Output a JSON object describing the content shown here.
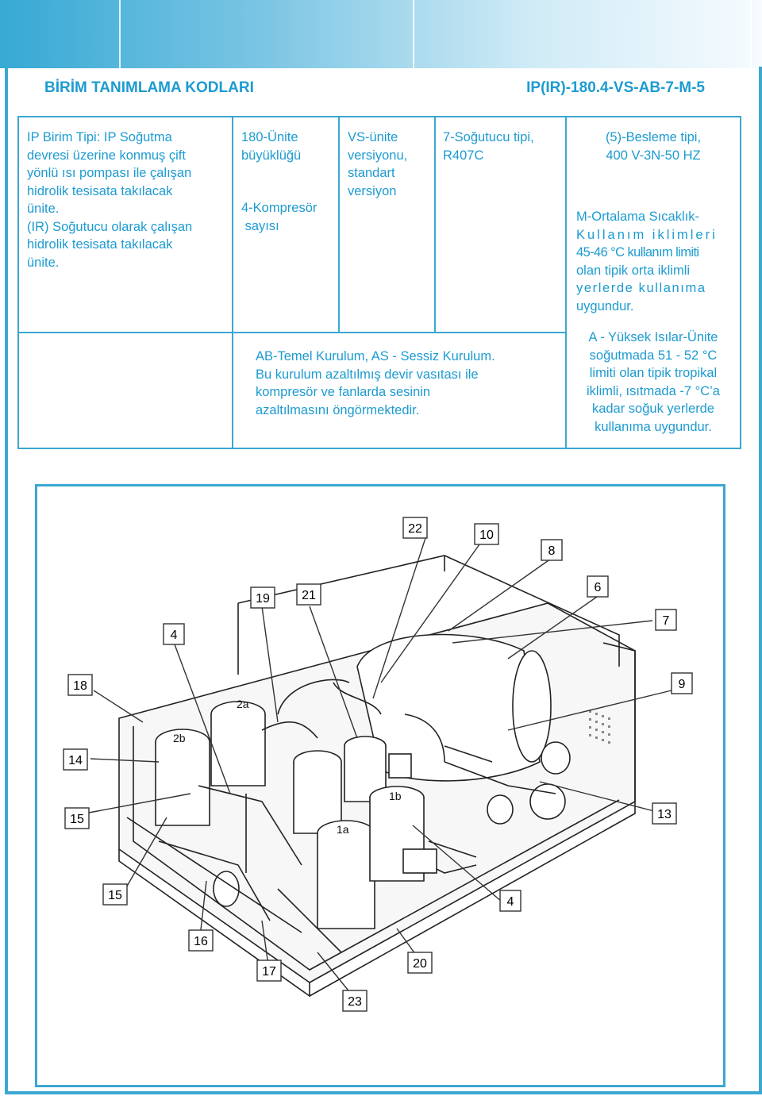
{
  "header": {
    "title": "BİRİM TANIMLAMA KODLARI",
    "code": "IP(IR)-180.4-VS-AB-7-M-5"
  },
  "table": {
    "col1": {
      "lines": [
        "IP Birim Tipi: IP Soğutma",
        "devresi üzerine konmuş çift",
        "yönlü ısı pompası ile çalışan",
        "hidrolik tesisata takılacak",
        "ünite.",
        "(IR) Soğutucu olarak çalışan",
        "hidrolik tesisata takılacak",
        "ünite."
      ]
    },
    "col2": {
      "lines_a": [
        "180-Ünite",
        "büyüklüğü"
      ],
      "lines_b": [
        "4-Kompresör",
        " sayısı"
      ]
    },
    "col3": {
      "lines": [
        "VS-ünite",
        "versiyonu,",
        "standart",
        "versiyon"
      ]
    },
    "col4": {
      "lines": [
        "7-Soğutucu tipi,",
        "R407C"
      ]
    },
    "col5": {
      "lines_a": [
        "(5)-Besleme tipi,",
        "400 V-3N-50 HZ"
      ],
      "lines_b": [
        "M-Ortalama Sıcaklık-",
        "Kullanım iklimleri",
        "45-46 °C kullanım limiti",
        "olan tipik orta iklimli",
        "yerlerde kullanıma",
        "uygundur."
      ]
    },
    "ab": {
      "lines": [
        "AB-Temel Kurulum, AS - Sessiz Kurulum.",
        "Bu kurulum azaltılmış devir vasıtası ile",
        "kompresör ve fanlarda sesinin",
        "azaltılmasını öngörmektedir."
      ]
    },
    "a": {
      "lines": [
        "A - Yüksek Isılar-Ünite",
        "soğutmada 51 - 52 °C",
        "limiti olan tipik tropikal",
        "iklimli, ısıtmada -7 °C’a",
        "kadar soğuk yerlerde",
        "kullanıma uygundur."
      ]
    }
  },
  "figure": {
    "callouts": [
      "22",
      "10",
      "8",
      "6",
      "7",
      "9",
      "13",
      "4",
      "20",
      "23",
      "17",
      "16",
      "15",
      "15",
      "14",
      "18",
      "4",
      "19",
      "21"
    ],
    "parts": [
      "2a",
      "2b",
      "1a",
      "1b"
    ]
  },
  "colors": {
    "accent": "#1d9bd1",
    "border": "#3ba7d3"
  }
}
